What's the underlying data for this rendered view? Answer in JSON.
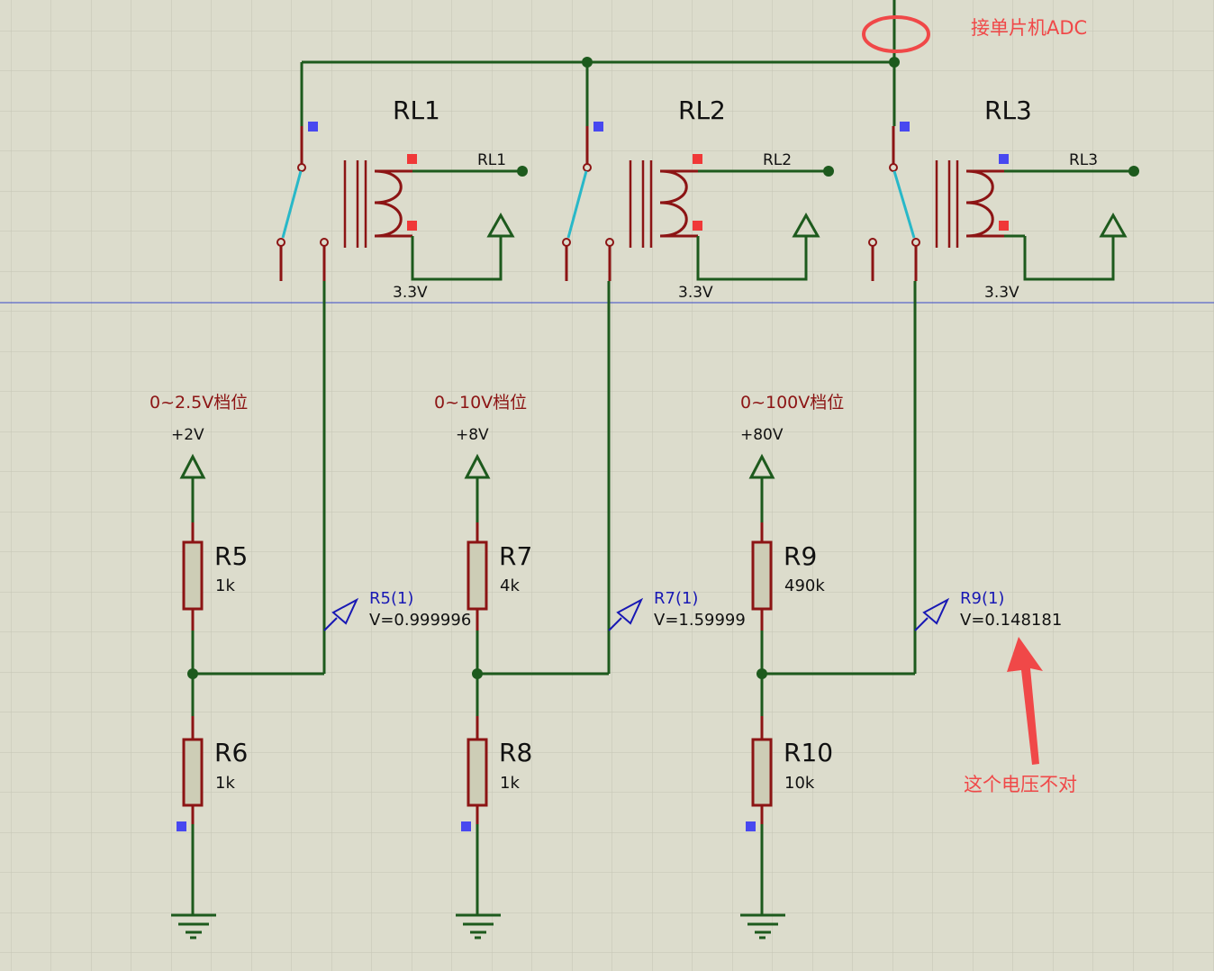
{
  "colors": {
    "background": "#dcdccc",
    "grid": "#c6c6b6",
    "wire": "#1d5a1d",
    "pin": "#8c1414",
    "component_fill": "#cdcdb6",
    "contact": "#28b8c8",
    "probe": "#1818b4",
    "annotation": "#f04848",
    "crosshair": "#3848c8",
    "marker_blue": "#4848f0",
    "marker_red": "#f03838"
  },
  "annotations": {
    "adc_note": "接单片机ADC",
    "wrong_voltage_note": "这个电压不对"
  },
  "relays": [
    {
      "id": "RL1",
      "label": "RL1",
      "net": "RL1",
      "supply": "3.3V"
    },
    {
      "id": "RL2",
      "label": "RL2",
      "net": "RL2",
      "supply": "3.3V"
    },
    {
      "id": "RL3",
      "label": "RL3",
      "net": "RL3",
      "supply": "3.3V"
    }
  ],
  "ranges": [
    {
      "label": "0~2.5V档位",
      "source": "+2V",
      "r_top": {
        "name": "R5",
        "value": "1k"
      },
      "r_bottom": {
        "name": "R6",
        "value": "1k"
      },
      "probe": {
        "name": "R5(1)",
        "reading": "V=0.999996"
      }
    },
    {
      "label": "0~10V档位",
      "source": "+8V",
      "r_top": {
        "name": "R7",
        "value": "4k"
      },
      "r_bottom": {
        "name": "R8",
        "value": "1k"
      },
      "probe": {
        "name": "R7(1)",
        "reading": "V=1.59999"
      }
    },
    {
      "label": "0~100V档位",
      "source": "+80V",
      "r_top": {
        "name": "R9",
        "value": "490k"
      },
      "r_bottom": {
        "name": "R10",
        "value": "10k"
      },
      "probe": {
        "name": "R9(1)",
        "reading": "V=0.148181"
      }
    }
  ]
}
